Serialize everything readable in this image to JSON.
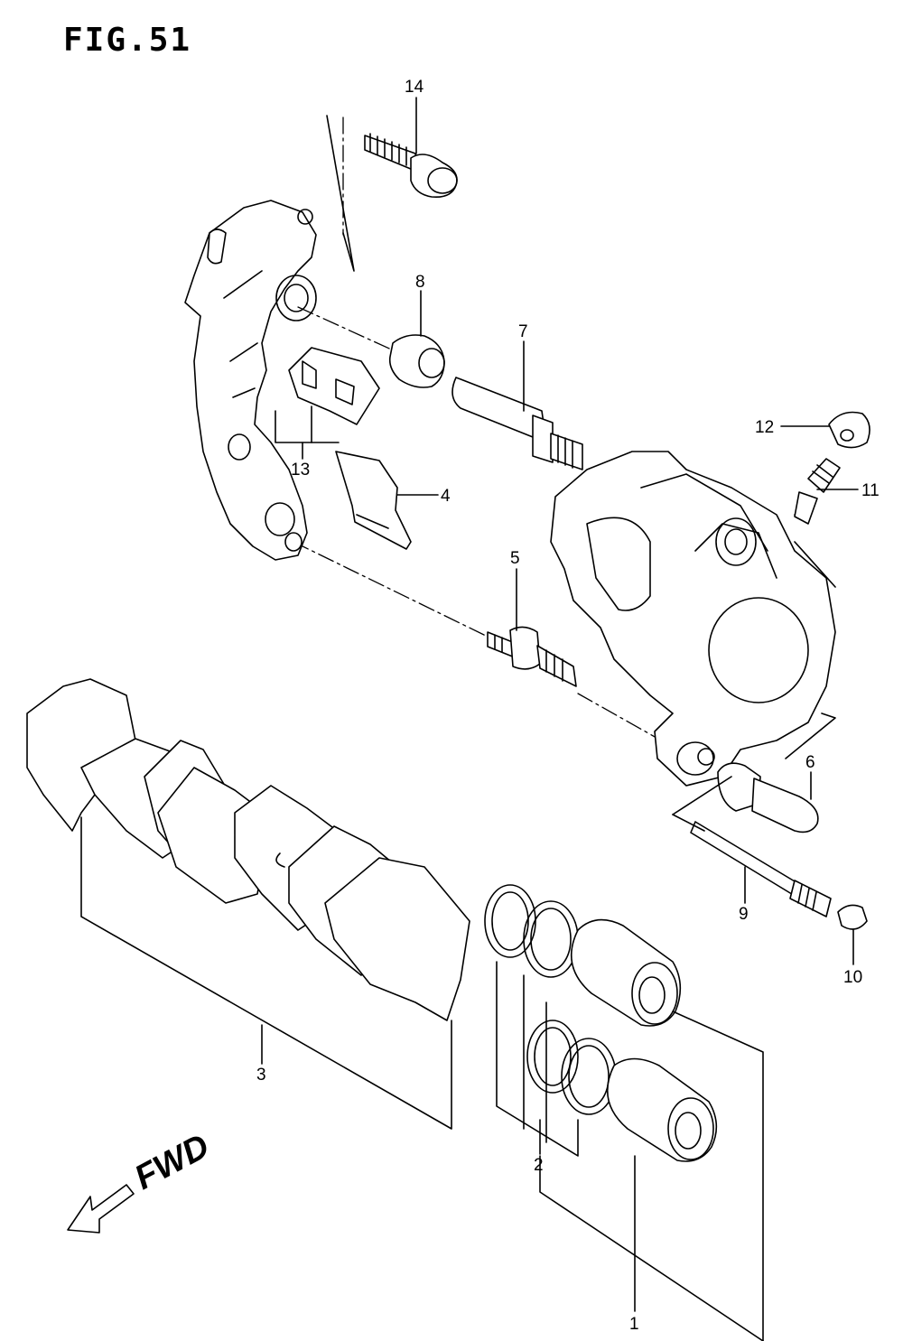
{
  "figure_title": "FIG.51",
  "direction_label": "FWD",
  "callouts": {
    "c1": "1",
    "c2": "2",
    "c3": "3",
    "c4": "4",
    "c5": "5",
    "c6": "6",
    "c7": "7",
    "c8": "8",
    "c9": "9",
    "c10": "10",
    "c11": "11",
    "c12": "12",
    "c13": "13",
    "c14": "14"
  }
}
